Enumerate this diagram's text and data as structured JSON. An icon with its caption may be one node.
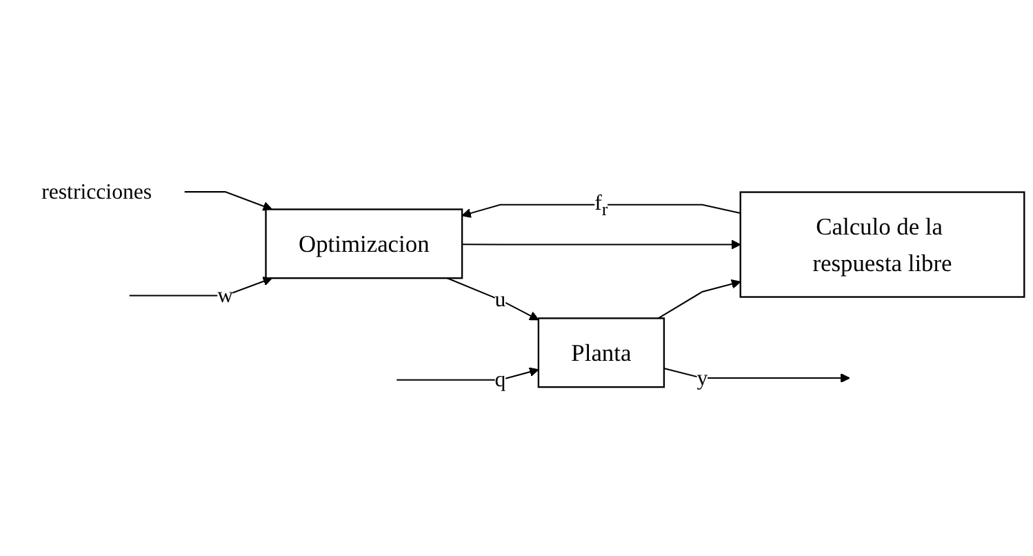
{
  "diagram": {
    "nodes": [
      {
        "text": [
          "Optimizacion"
        ]
      },
      {
        "text": [
          "Planta"
        ]
      },
      {
        "text": [
          "Calculo de la respuesta libre"
        ]
      },
      {
        "text": [
          "restricciones"
        ]
      }
    ],
    "edges": [
      {
        "from": null,
        "to": 0,
        "arrow": "to",
        "label": "w"
      },
      {
        "from": 3,
        "to": 0,
        "arrow": "to"
      },
      {
        "from": 0,
        "to": 1,
        "arrow": "to",
        "label": "u"
      },
      {
        "from": 0,
        "to": 2,
        "arrow": "to"
      },
      {
        "from": null,
        "to": 1,
        "arrow": "to",
        "label": "q"
      },
      {
        "from": 1,
        "to": null,
        "arrow": "to",
        "label": "y"
      },
      {
        "from": 1,
        "to": 2,
        "arrow": "to"
      },
      {
        "from": 2,
        "to": 0,
        "arrow": "to",
        "label": "f$_{r}$"
      }
    ]
  }
}
